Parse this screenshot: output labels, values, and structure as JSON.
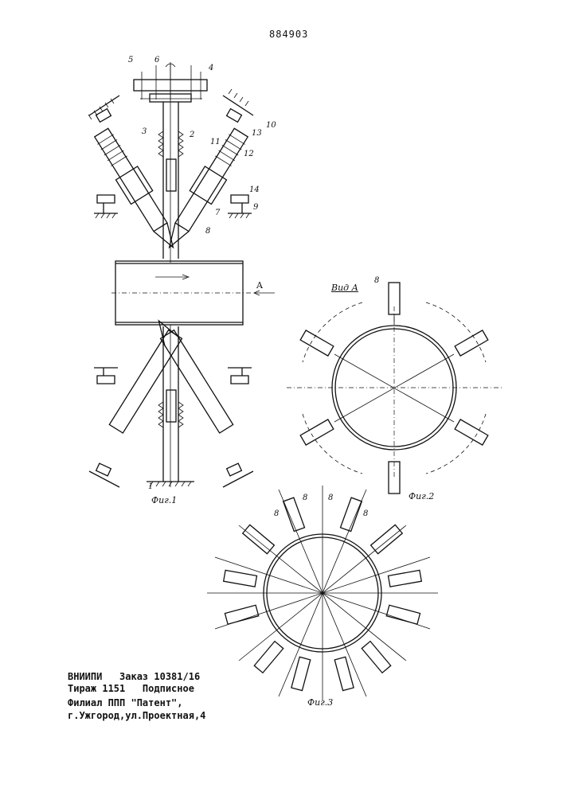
{
  "patent_number": "884903",
  "figures": {
    "fig1": {
      "label": "Фиг.1",
      "pointer": "A",
      "callouts": [
        "5",
        "6",
        "4",
        "3",
        "2",
        "11",
        "10",
        "13",
        "12",
        "14",
        "9",
        "7",
        "8",
        "1"
      ]
    },
    "fig2": {
      "label": "Фиг.2",
      "view_label": "Вид А",
      "callout": "8"
    },
    "fig3": {
      "label": "Фиг.3",
      "callouts": [
        "8",
        "8",
        "8",
        "8"
      ]
    }
  },
  "imprint": {
    "line1": "ВНИИПИ   Заказ 10381/16",
    "line2": "Тираж 1151   Подписное",
    "line3": "Филиал ППП \"Патент\",",
    "line4": "г.Ужгород,ул.Проектная,4"
  }
}
